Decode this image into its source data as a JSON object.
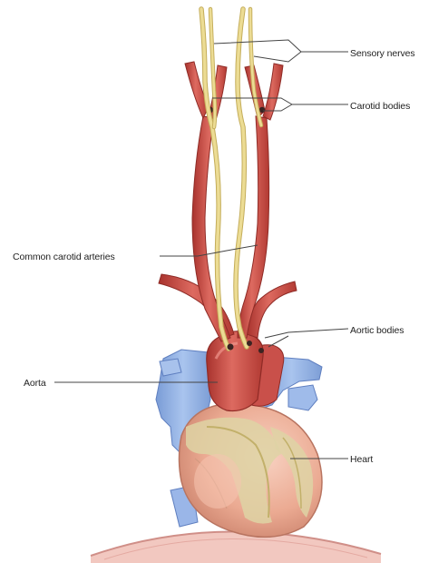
{
  "labels": {
    "sensory_nerves": "Sensory nerves",
    "carotid_bodies": "Carotid bodies",
    "common_carotid_arteries": "Common carotid arteries",
    "aortic_bodies": "Aortic bodies",
    "aorta": "Aorta",
    "heart": "Heart"
  },
  "colors": {
    "artery": "#d4534b",
    "artery_dark": "#a8322d",
    "nerve": "#e6d489",
    "vein": "#8fb2e6",
    "heart": "#efb29c",
    "fat": "#ddd3a2",
    "leader_line": "#444444"
  }
}
